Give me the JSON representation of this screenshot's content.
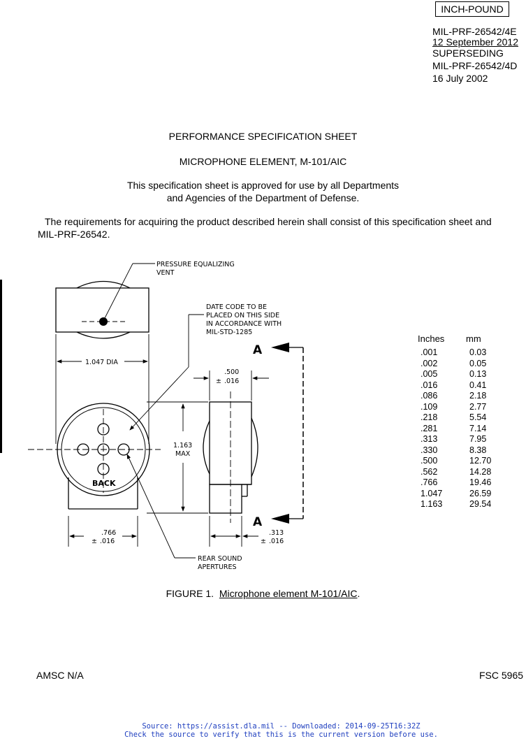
{
  "header": {
    "inch_pound": "INCH-POUND",
    "doc_number": "MIL-PRF-26542/4E",
    "date": "12 September 2012",
    "superseding": "SUPERSEDING",
    "superseded_number": "MIL-PRF-26542/4D",
    "superseded_date": "16 July 2002"
  },
  "title": {
    "sheet_type": "PERFORMANCE SPECIFICATION SHEET",
    "item": "MICROPHONE ELEMENT, M-101/AIC",
    "approval_line1": "This specification sheet is approved for use by all Departments",
    "approval_line2": "and Agencies of the Department of Defense."
  },
  "requirements": {
    "line1": "The requirements for acquiring the product described herein shall consist of this specification sheet and",
    "line2": "MIL-PRF-26542."
  },
  "drawing": {
    "vent_label_1": "PRESSURE EQUALIZING",
    "vent_label_2": "VENT",
    "date_code_1": "DATE CODE TO BE",
    "date_code_2": "PLACED ON THIS SIDE",
    "date_code_3": "IN ACCORDANCE WITH",
    "date_code_4": "MIL-STD-1285",
    "dia_label": "1.047 DIA",
    "dim_500": ".500",
    "tol_016": ".016",
    "dim_1163": "1.163",
    "max_label": "MAX",
    "back_label": "BACK",
    "dim_766": ".766",
    "dim_313": ".313",
    "rear_1": "REAR SOUND",
    "rear_2": "APERTURES",
    "section": "A",
    "plus_minus": "±"
  },
  "conversion": {
    "col_inches": "Inches",
    "col_mm": "mm",
    "inches": [
      ".001",
      ".002",
      ".005",
      ".016",
      ".086",
      ".109",
      ".218",
      ".281",
      ".313",
      ".330",
      ".500",
      ".562",
      ".766",
      "1.047",
      "1.163"
    ],
    "mm": [
      "0.03",
      "0.05",
      "0.13",
      "0.41",
      "2.18",
      "2.77",
      "5.54",
      "7.14",
      "7.95",
      "8.38",
      "12.70",
      "14.28",
      "19.46",
      "26.59",
      "29.54"
    ]
  },
  "figure": {
    "prefix": "FIGURE 1.",
    "caption": "Microphone element M-101/AIC",
    "suffix": "."
  },
  "footer": {
    "left": "AMSC N/A",
    "right": "FSC 5965"
  },
  "source": {
    "line1": "Source: https://assist.dla.mil -- Downloaded: 2014-09-25T16:32Z",
    "line2": "Check the source to verify that this is the current version before use."
  }
}
